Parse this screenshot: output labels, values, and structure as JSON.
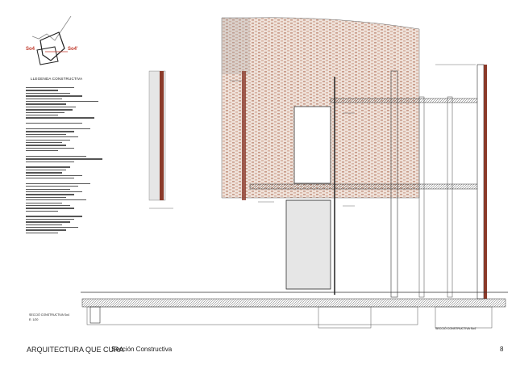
{
  "key_plan": {
    "left_label": "So4",
    "right_label": "So4'"
  },
  "legend": {
    "title": "LLEGENDA CONSTRUCTIVA"
  },
  "section_labels": {
    "left": "SECCIÓ CONSTRUCTIVA So4",
    "left_scale": "E: 1/20",
    "right": "SECCIÓ CONSTRUCTIVA So4'"
  },
  "footer": {
    "project": "ARQUITECTURA QUE CURA",
    "section": "Sección Constructiva",
    "page": "8"
  },
  "colors": {
    "brick": "#8b3a2a",
    "facade_pattern": "#d9b8a8",
    "line": "#333333",
    "key_plan_label": "#c0392b"
  }
}
